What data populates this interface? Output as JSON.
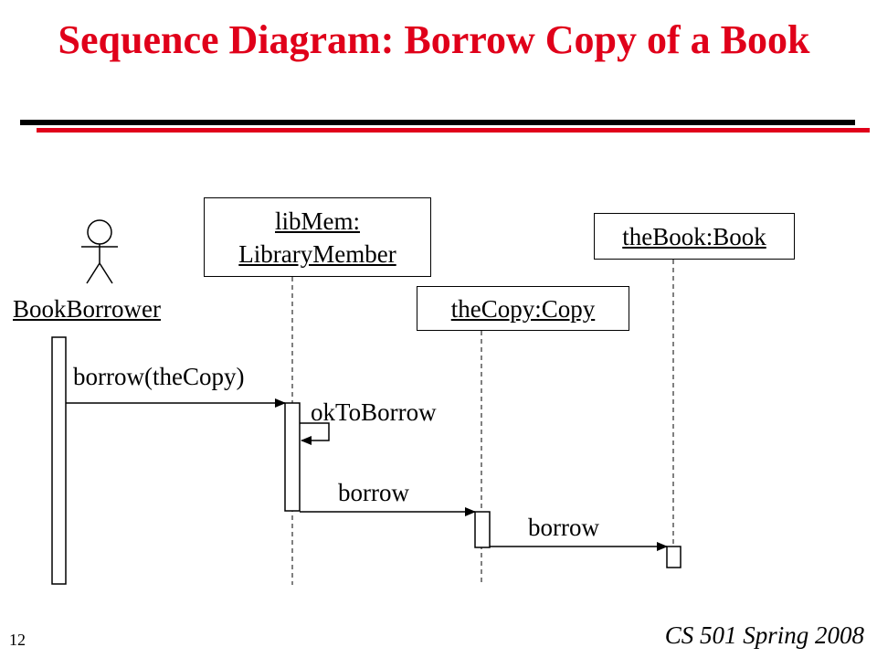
{
  "title": "Sequence Diagram: Borrow Copy of a Book",
  "actor": {
    "label": "BookBorrower"
  },
  "objects": {
    "libmem": {
      "line1": "libMem:",
      "line2": "LibraryMember"
    },
    "thebook": {
      "label": "theBook:Book"
    },
    "thecopy": {
      "label": "theCopy:Copy"
    }
  },
  "messages": {
    "borrow_the_copy": "borrow(theCopy)",
    "ok_to_borrow": "okToBorrow",
    "borrow_to_copy": "borrow",
    "borrow_to_book": "borrow"
  },
  "footer": {
    "page_number": "12",
    "course": "CS 501 Spring 2008"
  },
  "colors": {
    "title": "#e0001a",
    "accent_rule": "#e0001a",
    "ink": "#000000"
  }
}
